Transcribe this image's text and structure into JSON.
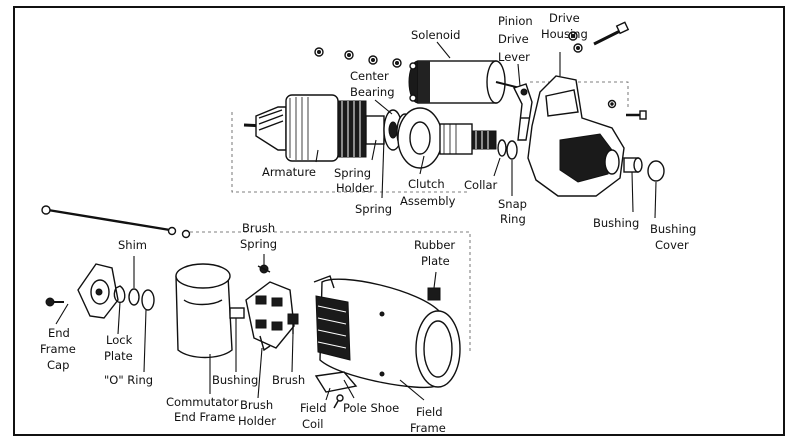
{
  "labels": {
    "solenoid": "Solenoid",
    "pinion_drive_lever": [
      "Pinion",
      "Drive",
      "Lever"
    ],
    "drive_housing": [
      "Drive",
      "Housing"
    ],
    "center_bearing": [
      "Center",
      "Bearing"
    ],
    "armature": "Armature",
    "spring_holder": [
      "Spring",
      "Holder"
    ],
    "spring": "Spring",
    "clutch_assembly": [
      "Clutch",
      "Assembly"
    ],
    "collar": "Collar",
    "snap_ring": [
      "Snap",
      "Ring"
    ],
    "bushing_right": "Bushing",
    "bushing_cover": [
      "Bushing",
      "Cover"
    ],
    "shim": "Shim",
    "brush_spring": [
      "Brush",
      "Spring"
    ],
    "rubber_plate": [
      "Rubber",
      "Plate"
    ],
    "end_frame_cap": [
      "End",
      "Frame",
      "Cap"
    ],
    "lock_plate": [
      "Lock",
      "Plate"
    ],
    "o_ring": "\"O\" Ring",
    "commutator_end_frame": [
      "Commutator",
      "End Frame"
    ],
    "bushing_left": "Bushing",
    "brush": "Brush",
    "brush_holder": [
      "Brush",
      "Holder"
    ],
    "field_coil": [
      "Field",
      "Coil"
    ],
    "pole_shoe": "Pole Shoe",
    "field_frame": [
      "Field",
      "Frame"
    ]
  }
}
